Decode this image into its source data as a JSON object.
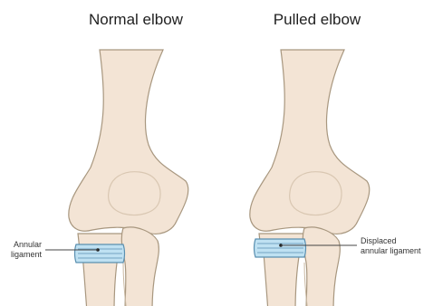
{
  "titles": {
    "normal": "Normal elbow",
    "pulled": "Pulled elbow"
  },
  "labels": {
    "annular_line1": "Annular",
    "annular_line2": "ligament",
    "displaced_line1": "Displaced",
    "displaced_line2": "annular ligament"
  },
  "colors": {
    "bone_fill": "#f3e4d5",
    "bone_stroke": "#a8977f",
    "ligament_fill": "#bfe1f2",
    "ligament_stroke": "#5a8fb0",
    "background": "#ffffff"
  }
}
